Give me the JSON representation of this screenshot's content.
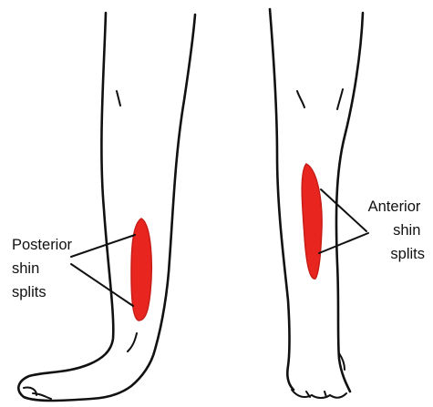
{
  "labels": {
    "posterior": [
      "Posterior",
      "shin",
      "splits"
    ],
    "anterior": [
      "Anterior",
      "shin",
      "splits"
    ]
  },
  "colors": {
    "line": "#111111",
    "highlight": "#e8261f"
  }
}
